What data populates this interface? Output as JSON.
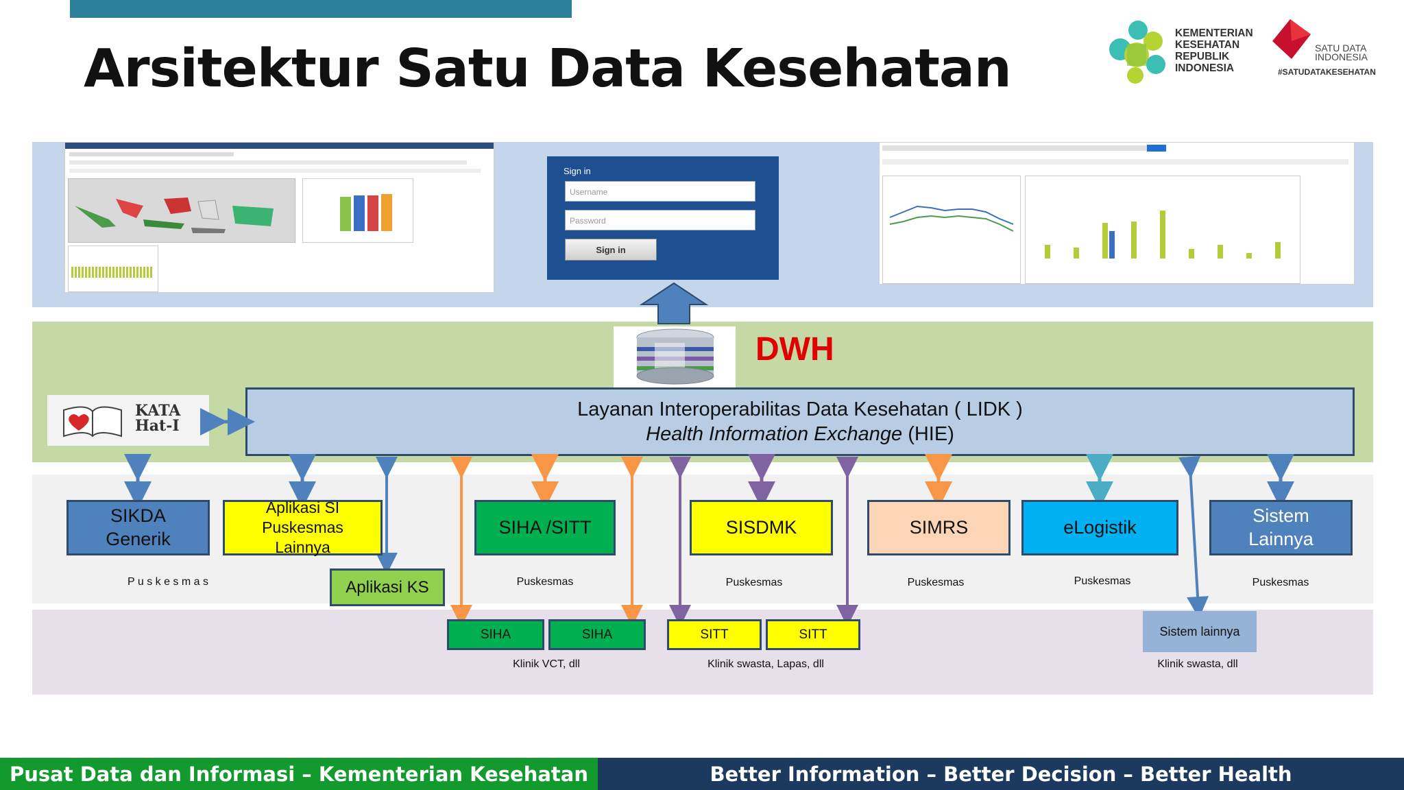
{
  "title": "Arsitektur Satu Data Kesehatan",
  "logos": {
    "kemenkes": [
      "KEMENTERIAN",
      "KESEHATAN",
      "REPUBLIK",
      "INDONESIA"
    ],
    "satu_data": [
      "SATU DATA",
      "INDONESIA"
    ],
    "hashtag": "#SATUDATAKESEHATAN"
  },
  "signin": {
    "heading": "Sign in",
    "username_placeholder": "Username",
    "password_placeholder": "Password",
    "button": "Sign in"
  },
  "dwh_label": "DWH",
  "kata_hati": [
    "KATA",
    "Hat-I"
  ],
  "lidk": {
    "line1": "Layanan Interoperabilitas Data Kesehatan ( LIDK )",
    "line2_italic": "Health Information Exchange",
    "line2_suffix": " (HIE)"
  },
  "systems": {
    "sikda": "SIKDA Generik",
    "aplikasi_si": "Aplikasi SI Puskesmas Lainnya",
    "aplikasi_ks": "Aplikasi KS",
    "siha_sitt": "SIHA /SITT",
    "sisdmk": "SISDMK",
    "simrs": "SIMRS",
    "elogistik": "eLogistik",
    "sistem_lainnya": "Sistem Lainnya"
  },
  "captions": {
    "puskesmas_spaced": "P u s k e s m a s",
    "puskesmas": "Puskesmas",
    "klinik_vct": "Klinik VCT, dll",
    "klinik_swasta_lapas": "Klinik swasta, Lapas, dll",
    "klinik_swasta": "Klinik swasta, dll"
  },
  "lower": {
    "siha1": "SIHA",
    "siha2": "SIHA",
    "sitt1": "SITT",
    "sitt2": "SITT",
    "sistem_lainnya_small": "Sistem lainnya"
  },
  "footer": {
    "left": "Pusat Data dan Informasi – Kementerian Kesehatan",
    "right": "Better Information – Better Decision – Better Health"
  },
  "colors": {
    "blue_box": "#4f81bd",
    "yellow_box": "#ffff00",
    "green_box": "#00b050",
    "peach_box": "#fbd5b5",
    "cyan_box": "#00b0f0",
    "light_green_box": "#92d050",
    "dwh_red": "#e00000",
    "arrow_blue": "#4f81bd",
    "arrow_orange": "#f79646",
    "arrow_purple": "#8064a2",
    "arrow_teal": "#4bacc6"
  }
}
